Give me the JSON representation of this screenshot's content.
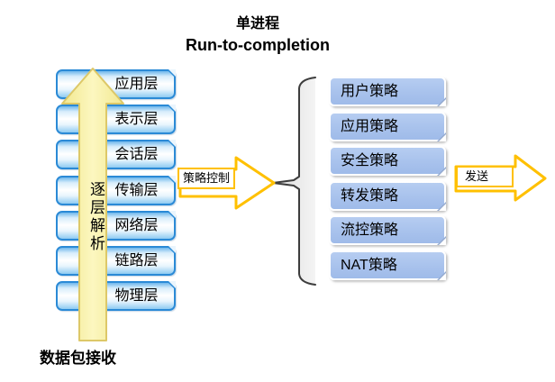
{
  "title": {
    "line1": "单进程",
    "line2": "Run-to-completion"
  },
  "left_stack": {
    "layers": [
      "应用层",
      "表示层",
      "会话层",
      "传输层",
      "网络层",
      "链路层",
      "物理层"
    ],
    "up_arrow_label": "逐层解析",
    "bottom_label": "数据包接收"
  },
  "flow": {
    "policy_control_label": "策略控制",
    "send_label": "发送"
  },
  "policy_stack": {
    "policies": [
      "用户策略",
      "应用策略",
      "安全策略",
      "转发策略",
      "流控策略",
      "NAT策略"
    ]
  },
  "colors": {
    "layer_border": "#2b8ad6",
    "layer_fill": "#8ecbf2",
    "policy_fill": "#a9c2ec",
    "up_arrow_fill": "#f8f2a8",
    "up_arrow_border": "#ddc868",
    "flow_arrow_border": "#ffc000",
    "brace_fill": "#e9e9e9",
    "brace_outline": "#3d3d3d",
    "text": "#000000"
  }
}
